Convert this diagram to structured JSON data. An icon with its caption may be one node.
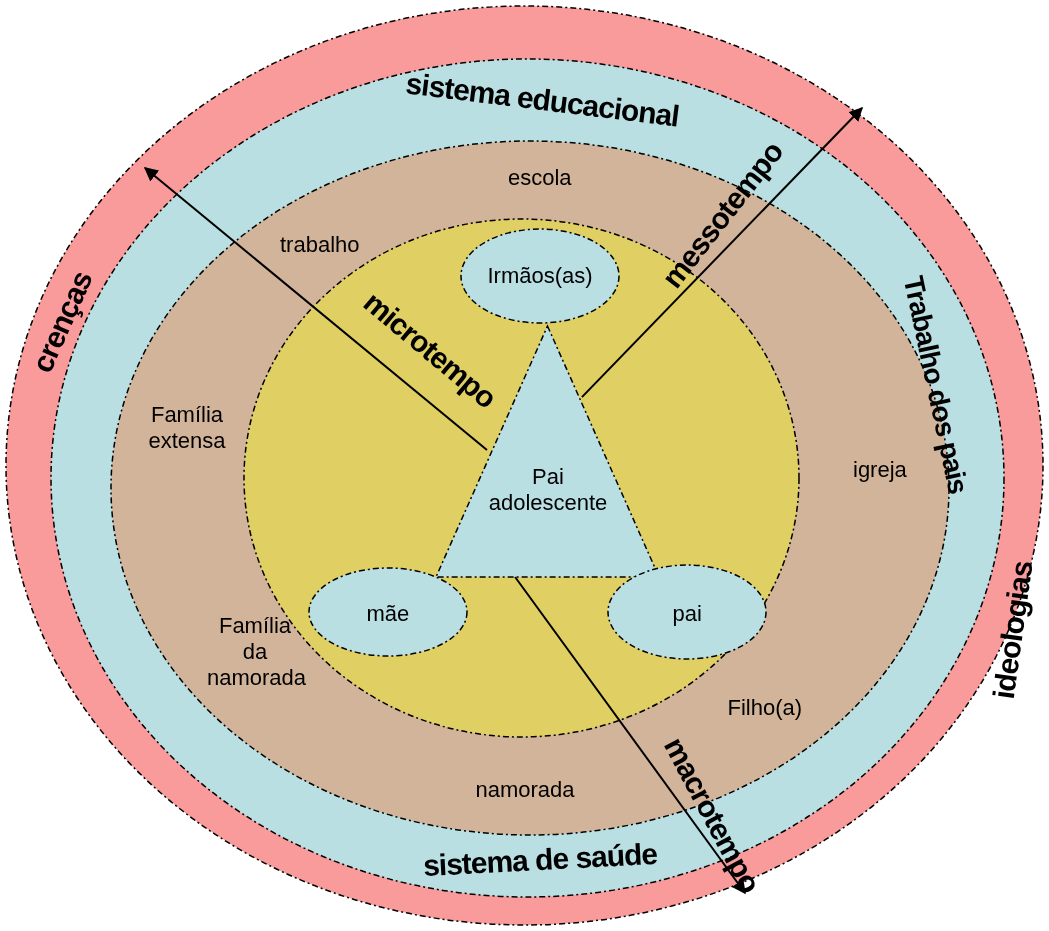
{
  "diagram": {
    "nodes": [
      {
        "text": [
          "crenças",
          "ideologias"
        ]
      },
      {
        "text": [
          "sistema educacional",
          "Trabalho dos pais",
          "sistema de saúde"
        ],
        "in": 0
      },
      {
        "text": [
          "escola",
          "trabalho",
          "Família extensa",
          "igreja",
          "Família da namorada",
          "Filho(a)",
          "namorada"
        ],
        "in": 1
      },
      {
        "text": [],
        "shape": "circle",
        "in": 2
      },
      {
        "text": [
          "Irmãos(as)"
        ],
        "in": 3
      },
      {
        "text": [
          "Pai adolescente"
        ],
        "in": 3
      },
      {
        "text": [
          "mãe"
        ],
        "in": 3
      },
      {
        "text": [
          "pai"
        ],
        "in": 3
      }
    ],
    "edges": [
      {
        "from": 5,
        "to": null,
        "arrow": "to",
        "label": "microtempo"
      },
      {
        "from": 5,
        "to": null,
        "arrow": "to",
        "label": "messotempo"
      },
      {
        "from": 5,
        "to": null,
        "arrow": "to",
        "label": "macrotempo"
      }
    ]
  }
}
